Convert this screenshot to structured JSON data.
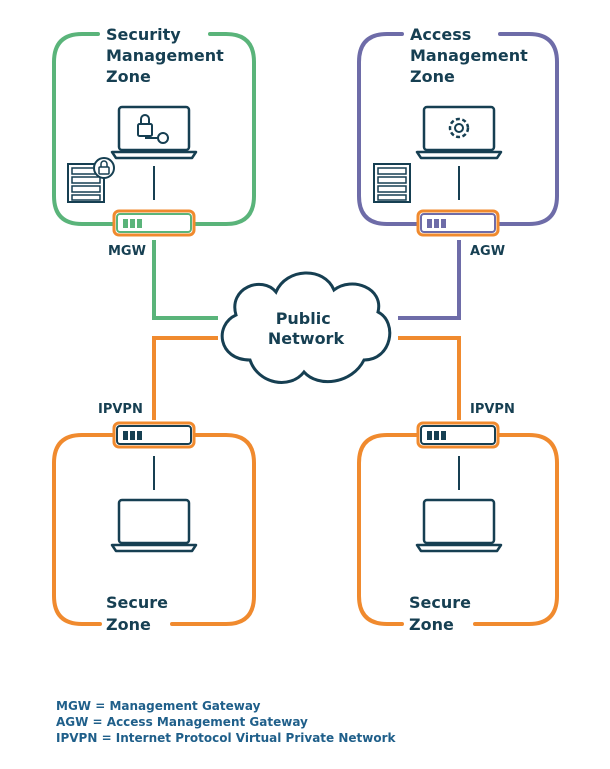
{
  "zones": {
    "security": {
      "title_lines": [
        "Security",
        "Management",
        "Zone"
      ]
    },
    "access": {
      "title_lines": [
        "Access",
        "Management",
        "Zone"
      ]
    },
    "secure_left": {
      "title_lines": [
        "Secure",
        "Zone"
      ]
    },
    "secure_right": {
      "title_lines": [
        "Secure",
        "Zone"
      ]
    }
  },
  "gateways": {
    "mgw": "MGW",
    "agw": "AGW",
    "ipvpn_left": "IPVPN",
    "ipvpn_right": "IPVPN"
  },
  "cloud": {
    "label_lines": [
      "Public",
      "Network"
    ]
  },
  "legend": [
    "MGW = Management Gateway",
    "AGW = Access Management Gateway",
    "IPVPN = Internet Protocol Virtual Private Network"
  ],
  "colors": {
    "green": "#5ab47a",
    "purple": "#6e6ca8",
    "orange": "#f08a2e",
    "navy": "#163f52",
    "legend_blue": "#1f5f8a"
  },
  "icons": [
    "laptop-lock-icon",
    "laptop-gear-icon",
    "laptop-icon",
    "server-rack-icon",
    "lock-icon",
    "cloud-icon"
  ]
}
